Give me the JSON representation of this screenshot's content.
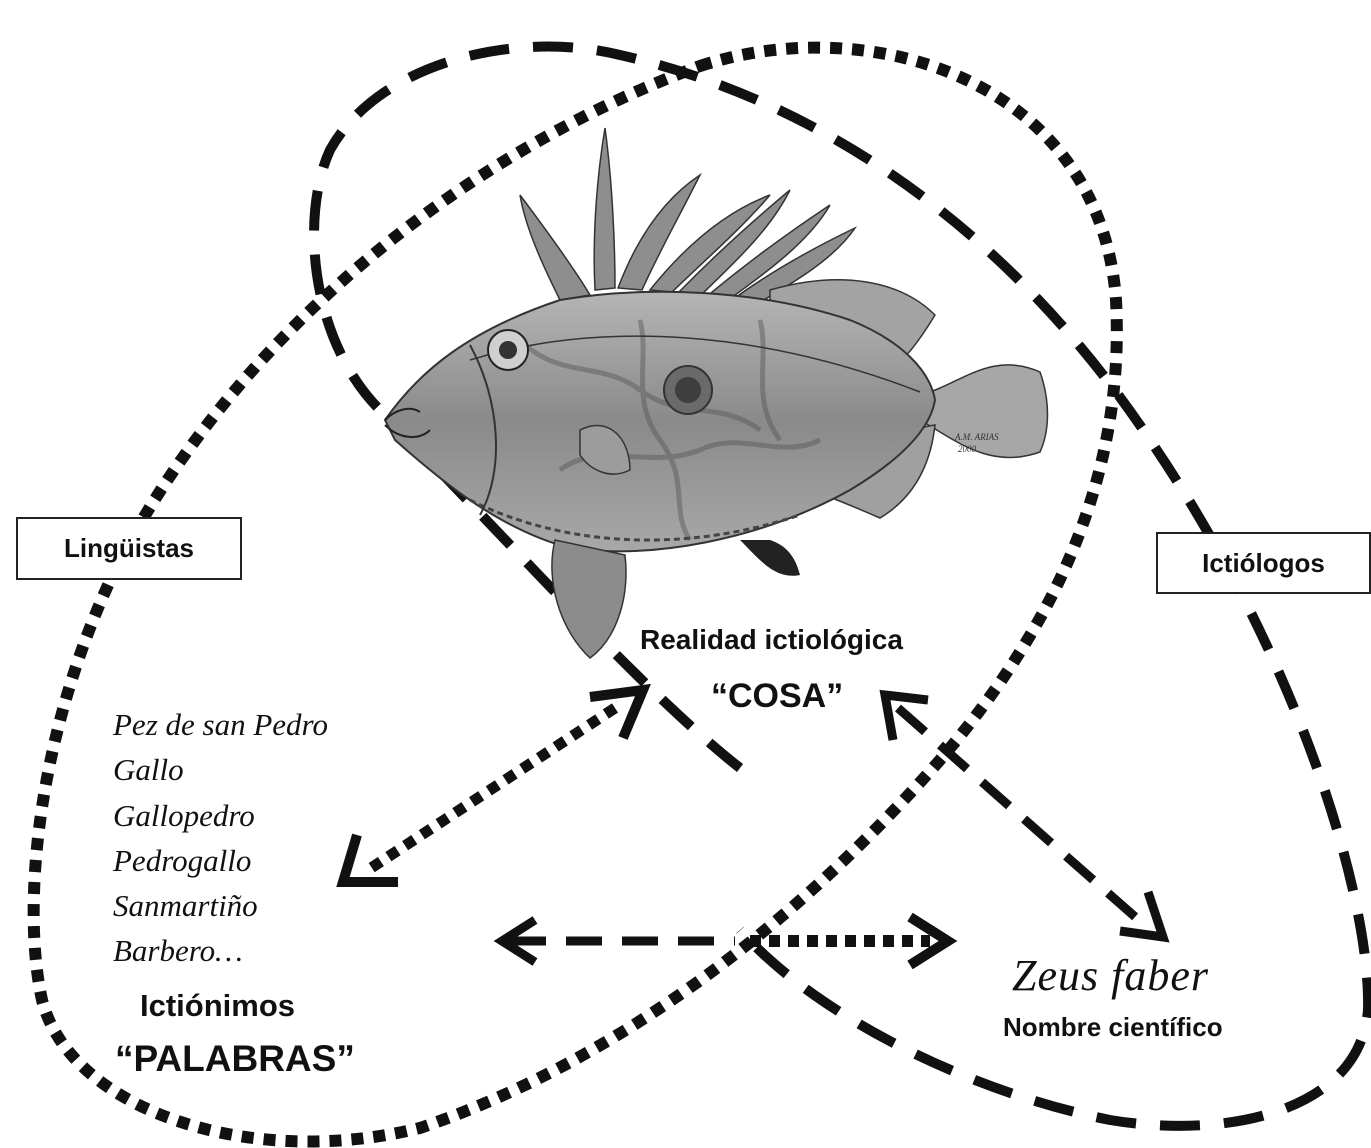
{
  "boxes": {
    "linguistas": "Lingüistas",
    "ictiologos": "Ictiólogos"
  },
  "center": {
    "realidad": "Realidad ictiológica",
    "cosa": "“COSA”"
  },
  "left": {
    "names": [
      "Pez de san Pedro",
      "Gallo",
      "Gallopedro",
      "Pedrogallo",
      "Sanmartiño",
      "Barbero…"
    ],
    "ictionimos": "Ictiónimos",
    "palabras": "“PALABRAS”"
  },
  "right": {
    "scientific_name": "Zeus faber",
    "nombre_cientifico": "Nombre científico"
  },
  "illustration": {
    "subject": "fish-drawing",
    "signature": "A.M. ARIAS 2000"
  },
  "colors": {
    "ink": "#111111",
    "fish_body": "#9a9a9a",
    "fish_dark": "#5c5c5c"
  }
}
